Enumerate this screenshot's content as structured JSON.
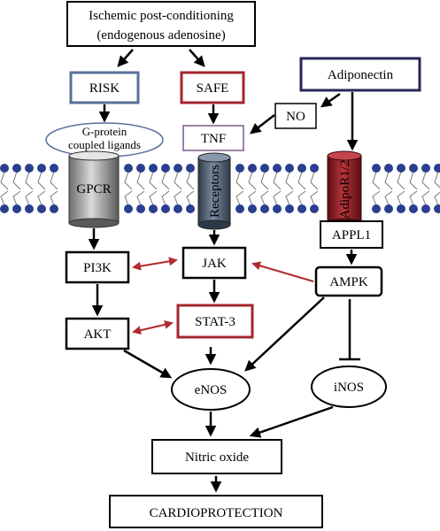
{
  "nodes": {
    "ischemic_line1": "Ischemic post-conditioning",
    "ischemic_line2": "(endogenous adenosine)",
    "risk": "RISK",
    "safe": "SAFE",
    "adiponectin": "Adiponectin",
    "no": "NO",
    "tnf": "TNF",
    "gprotein_line1": "G-protein",
    "gprotein_line2": "coupled ligands",
    "gpcr": "GPCR",
    "receptors": "Receptors",
    "adipor": "AdipoR1/2",
    "appl1": "APPL1",
    "pi3k": "PI3K",
    "jak": "JAK",
    "ampk": "AMPK",
    "akt": "AKT",
    "stat3": "STAT-3",
    "enos": "eNOS",
    "inos": "iNOS",
    "nitric_oxide": "Nitric oxide",
    "cardioprotection": "CARDIOPROTECTION"
  },
  "colors": {
    "risk_border": "#5a6f9a",
    "safe_border": "#a3262c",
    "adiponectin_border": "#26265a",
    "tnf_border": "#7a5a8a",
    "crosstalk_arrow": "#b02a30",
    "membrane_head": "#2a3f8f",
    "adipor_fill": "#8e1a22",
    "receptor_fill": "#4f5f73"
  }
}
